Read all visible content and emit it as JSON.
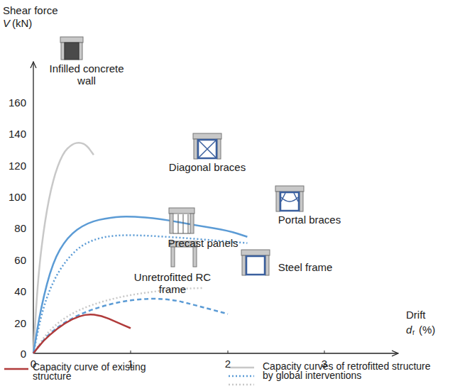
{
  "diagram": {
    "labels": [
      "Shear force",
      "V",
      "(kN)",
      "160",
      "140",
      "120",
      "100",
      "80",
      "60",
      "40",
      "20",
      "0",
      "0",
      "1",
      "2",
      "3",
      "Drift",
      "d",
      "r",
      "(%)",
      "Infilled concrete wall",
      "Diagonal braces",
      "Portal braces",
      "Precast panels",
      "Steel frame",
      "Unretrofitted RC frame"
    ],
    "legend": [
      {
        "text": "Capacity curve of existing structure"
      },
      {
        "text": "Capacity curves of retrofitted structure by global interventions"
      }
    ]
  }
}
